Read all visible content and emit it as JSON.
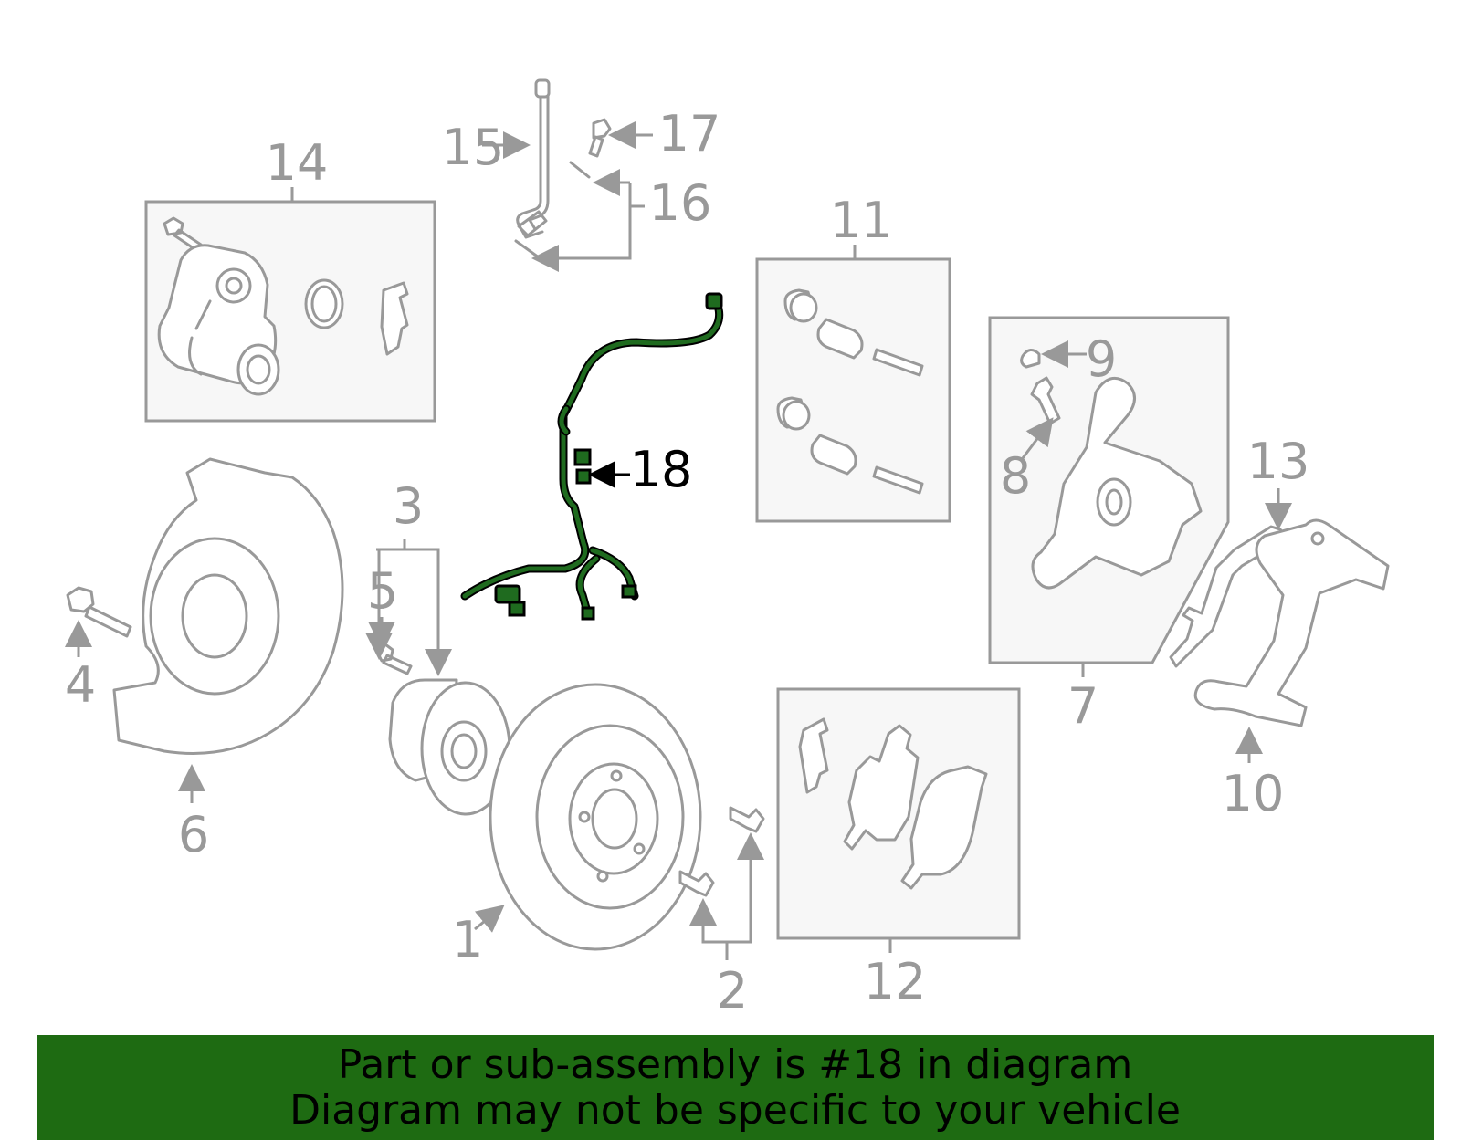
{
  "callouts": {
    "n1": "1",
    "n2": "2",
    "n3": "3",
    "n4": "4",
    "n5": "5",
    "n6": "6",
    "n7": "7",
    "n8": "8",
    "n9": "9",
    "n10": "10",
    "n11": "11",
    "n12": "12",
    "n13": "13",
    "n14": "14",
    "n15": "15",
    "n16": "16",
    "n17": "17",
    "n18": "18"
  },
  "highlighted_part": "18",
  "colors": {
    "highlight": "#1f6b1f",
    "banner": "#1e6b12",
    "parts": "#999999"
  },
  "banner": {
    "line1": "Part or sub-assembly is #18 in diagram",
    "line2": "Diagram may not be specific to your vehicle"
  }
}
